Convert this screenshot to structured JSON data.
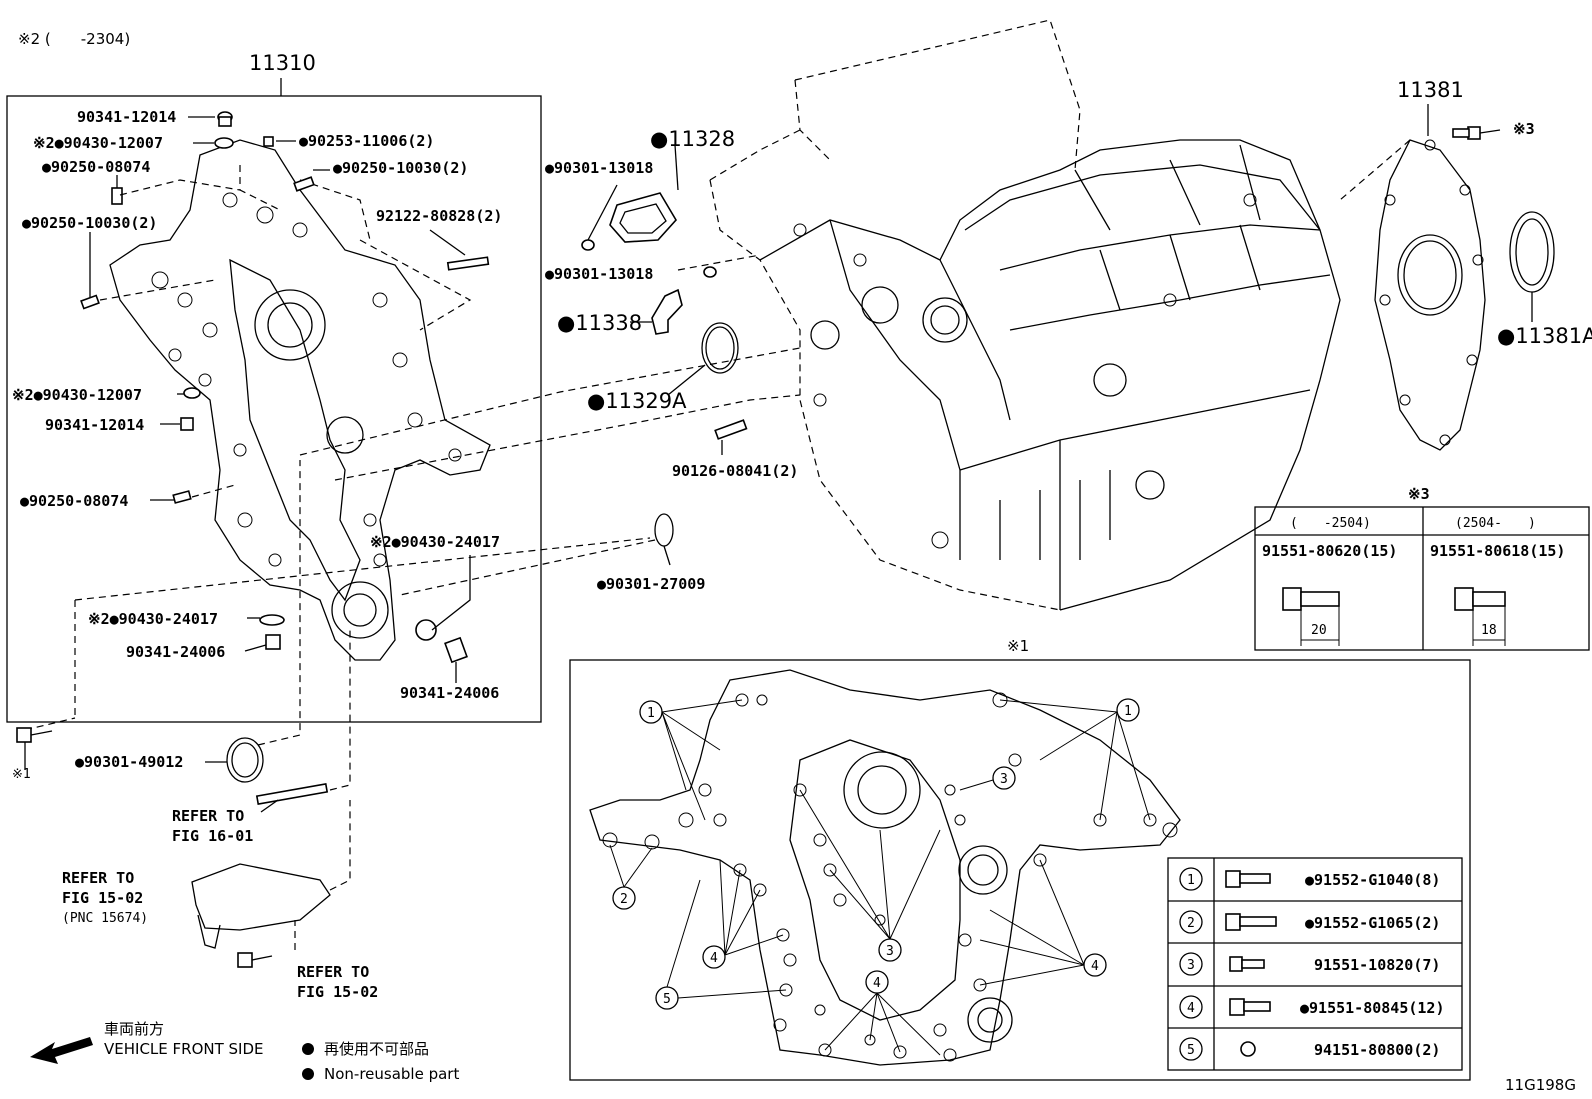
{
  "notes": {
    "top_note": "※2 (　　-2304)",
    "note1_mark": "※1",
    "note3_mark": "※3"
  },
  "group_main": "11310",
  "group_rear": "11381",
  "labels": {
    "p90341_12014_a": "90341-12014",
    "p90430_12007_a": "※2●90430-12007",
    "p90250_08074_a": "●90250-08074",
    "p90253_11006": "●90253-11006(2)",
    "p90250_10030_a": "●90250-10030(2)",
    "p92122_80828": "92122-80828(2)",
    "p90250_10030_b": "●90250-10030(2)",
    "p90430_12007_b": "※2●90430-12007",
    "p90341_12014_b": "90341-12014",
    "p90250_08074_b": "●90250-08074",
    "p90430_24017_a": "※2●90430-24017",
    "p90430_24017_b": "※2●90430-24017",
    "p90341_24006_a": "90341-24006",
    "p90341_24006_b": "90341-24006",
    "p90301_49012": "●90301-49012",
    "p11328": "●11328",
    "p90301_13018_a": "●90301-13018",
    "p90301_13018_b": "●90301-13018",
    "p11338": "●11338",
    "p11329A": "●11329A",
    "p90126_08041": "90126-08041(2)",
    "p90301_27009": "●90301-27009",
    "p11381A": "●11381A"
  },
  "refers": {
    "r1_line1": "REFER TO",
    "r1_line2": "FIG 16-01",
    "r2_line1": "REFER TO",
    "r2_line2": "FIG 15-02",
    "r2_line3": "(PNC 15674)",
    "r3_line1": "REFER TO",
    "r3_line2": "FIG 15-02"
  },
  "table3": {
    "col1_header": "(　　-2504)",
    "col2_header": "(2504-　　)",
    "col1_part": "91551-80620(15)",
    "col2_part": "91551-80618(15)",
    "col1_dim": "20",
    "col2_dim": "18"
  },
  "bolt_table": [
    {
      "num": "1",
      "part": "●91552-G1040(8)"
    },
    {
      "num": "2",
      "part": "●91552-G1065(2)"
    },
    {
      "num": "3",
      "part": "91551-10820(7)"
    },
    {
      "num": "4",
      "part": "●91551-80845(12)"
    },
    {
      "num": "5",
      "part": "94151-80800(2)"
    }
  ],
  "callouts": [
    "1",
    "1",
    "2",
    "3",
    "3",
    "4",
    "4",
    "4",
    "5"
  ],
  "legend": {
    "front_jp": "車両前方",
    "front_en": "VEHICLE FRONT SIDE",
    "nonreuse_jp": "再使用不可部品",
    "nonreuse_en": "Non-reusable part"
  },
  "figure_code": "11G198G"
}
